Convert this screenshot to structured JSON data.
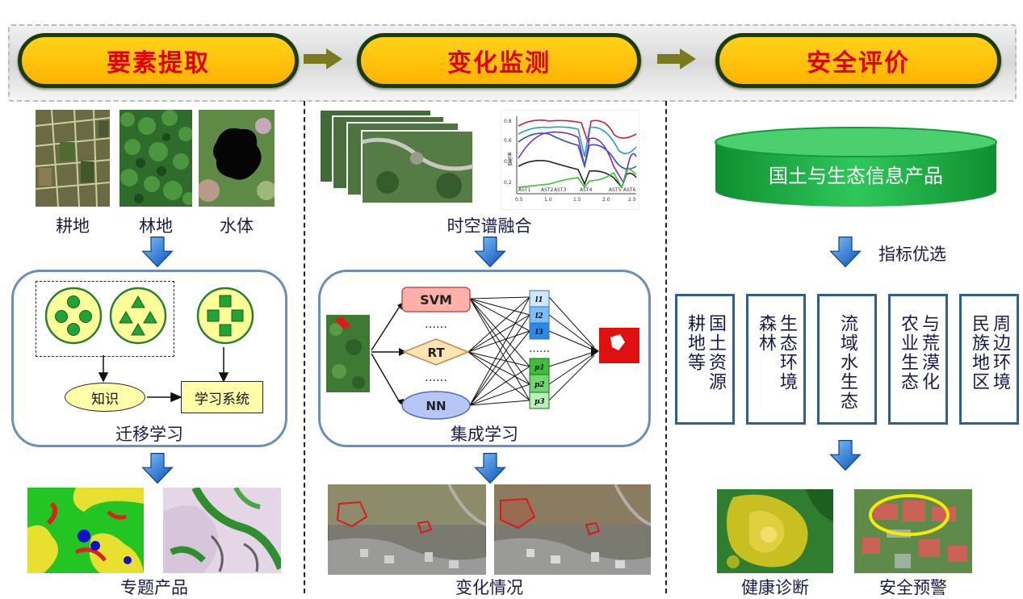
{
  "header": {
    "stage1": "要素提取",
    "stage2": "变化监测",
    "stage3": "安全评价"
  },
  "col1": {
    "land_labels": [
      "耕地",
      "林地",
      "水体"
    ],
    "knowledge": "知识",
    "learning_system": "学习系统",
    "transfer_title": "迁移学习",
    "product_title": "专题产品"
  },
  "col2": {
    "fusion_title": "时空谱融合",
    "models": [
      "SVM",
      "RT",
      "NN"
    ],
    "dots": "……",
    "ensemble_title": "集成学习",
    "change_title": "变化情况",
    "spectral": {
      "bands": [
        "AST1",
        "AST2",
        "AST3",
        "AST4",
        "AST5",
        "AST6"
      ],
      "x_ticks": [
        "0.5",
        "1.0",
        "1.5",
        "2.0",
        "2.5"
      ],
      "y_ticks": [
        "0.8",
        "0.6",
        "0.4",
        "0.2"
      ],
      "ylabel": "反射率"
    },
    "node_labels": [
      "l1",
      "l2",
      "l3",
      "p1",
      "p2",
      "p3"
    ]
  },
  "col3": {
    "db_title": "国土与生态信息产品",
    "index_select": "指标优选",
    "cards": [
      [
        "国土资源",
        "耕地等"
      ],
      [
        "生态环境",
        "森林"
      ],
      [
        "流域水生态"
      ],
      [
        "与荒漠化",
        "农业生态"
      ],
      [
        "周边环境",
        "民族地区"
      ]
    ],
    "health": "健康诊断",
    "warning": "安全预警"
  },
  "colors": {
    "pill_fill": "#ffc000",
    "pill_text": "#e00000",
    "arrow_blue": "#1f6fd6",
    "panel_border": "#6c8fb6",
    "db_green": "#22b14c"
  }
}
